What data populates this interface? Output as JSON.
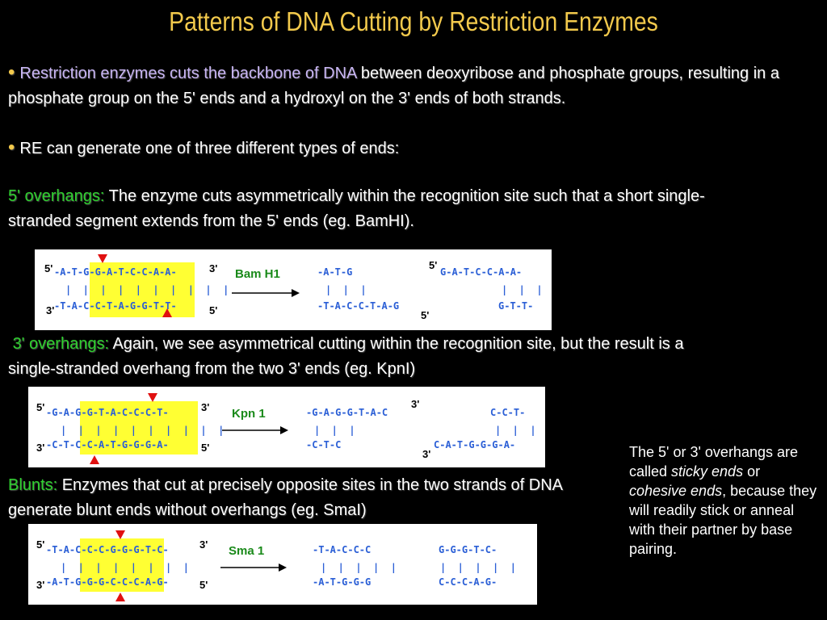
{
  "title": "Patterns of DNA Cutting by Restriction Enzymes",
  "bullets": [
    {
      "highlight": "Restriction enzymes cuts the backbone of DNA",
      "text": " between deoxyribose and phosphate groups, resulting in a phosphate group on the 5' ends and a hydroxyl on the 3' ends of both strands."
    },
    {
      "text": "RE  can generate one of three different types of ends:"
    }
  ],
  "five_prime": {
    "label": "5' overhangs:",
    "text": " The enzyme cuts asymmetrically within the recognition site such that a short single-stranded segment extends from the 5' ends (eg. BamHI).",
    "diagram": {
      "enzyme": "Bam H1",
      "top": "-A-T-G-G-A-T-C-C-A-A-",
      "bonds": "|  |  |  |  |  |  |  |  |  |",
      "bottom": "-T-A-C-C-T-A-G-G-T-T-",
      "left_top": "-A-T-G",
      "left_bonds": "|  |  |",
      "left_bottom": "-T-A-C-C-T-A-G",
      "right_top": "G-A-T-C-C-A-A-",
      "right_bonds": "|  |  |",
      "right_bottom": "G-T-T-"
    }
  },
  "three_prime": {
    "label": "3' overhangs:",
    "text": " Again, we see asymmetrical cutting within the recognition site, but the result is a single-stranded overhang from the two 3' ends (eg. KpnI)",
    "diagram": {
      "enzyme": "Kpn 1",
      "top": "-G-A-G-G-T-A-C-C-C-T-",
      "bonds": "|  |  |  |  |  |  |  |  |  |",
      "bottom": "-C-T-C-C-A-T-G-G-G-A-",
      "left_top": "-G-A-G-G-T-A-C",
      "left_bonds": "|  |  |",
      "left_bottom": "-C-T-C",
      "right_top": "C-C-T-",
      "right_bonds": "|  |  |",
      "right_bottom": "C-A-T-G-G-G-A-"
    }
  },
  "blunt": {
    "label": "Blunts:",
    "text": " Enzymes that cut at precisely opposite sites in the two strands of DNA generate blunt ends without overhangs (eg. SmaI)",
    "diagram": {
      "enzyme": "Sma 1",
      "top": "-T-A-C-C-C-G-G-G-T-C-",
      "bonds": "|  |  |  |  |  |  |  |",
      "bottom": "-A-T-G-G-G-C-C-C-A-G-",
      "left_top": "-T-A-C-C-C",
      "left_bonds": "|  |  |  |  |",
      "left_bottom": "-A-T-G-G-G",
      "right_top": "G-G-G-T-C-",
      "right_bonds": "|  |  |  |  |",
      "right_bottom": "C-C-C-A-G-"
    }
  },
  "ends": {
    "five": "5'",
    "three": "3'"
  },
  "side_note": {
    "pre": "The 5' or 3' overhangs are called ",
    "em1": "sticky ends",
    "mid": " or ",
    "em2": "cohesive ends",
    "post": ", because they will readily stick or anneal with their partner by base pairing."
  },
  "colors": {
    "title": "#f2c94c",
    "highlight": "#c9b6f5",
    "label": "#2fd12f",
    "strand": "#2b5fd6",
    "site": "#ffff33",
    "cut": "#e01010",
    "enzyme": "#1a8a1a"
  }
}
